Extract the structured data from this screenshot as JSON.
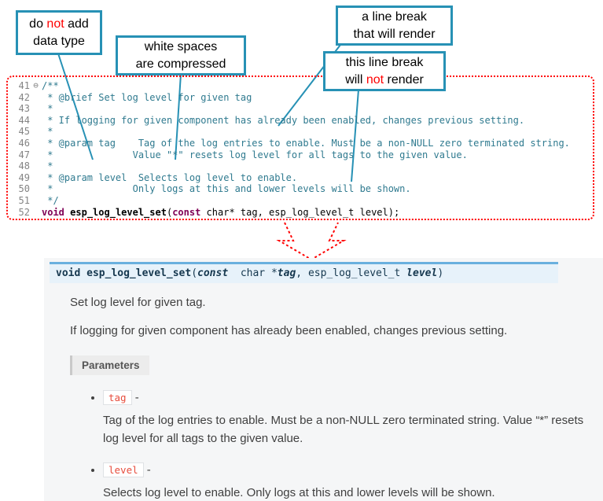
{
  "colors": {
    "callout_teal": "#2791b5",
    "annotation_red": "#ff0000",
    "code_comment_teal": "#2f7a8f",
    "code_keyword_purple": "#7f0055",
    "signature_bar_bg": "#e7f2fa",
    "signature_bar_border": "#6ab0de",
    "param_name_red": "#e74c3c",
    "doc_bg": "#f5f6f7"
  },
  "callouts": {
    "c1": {
      "t1": "do ",
      "em": "not",
      "t2": " add",
      "line2": "data type"
    },
    "c2": {
      "line1": "white spaces",
      "line2": "are compressed"
    },
    "c3": {
      "line1": "a line break",
      "line2": "that will render"
    },
    "c4": {
      "line1": "this line break",
      "t1": "will ",
      "em": "not",
      "t2": " render"
    }
  },
  "code": {
    "lines": [
      {
        "num": "41",
        "fold": "⊖",
        "text": "/**"
      },
      {
        "num": "42",
        "text": " * @brief Set log level for given tag"
      },
      {
        "num": "43",
        "text": " *"
      },
      {
        "num": "44",
        "text": " * If logging for given component has already been enabled, changes previous setting."
      },
      {
        "num": "45",
        "text": " *"
      },
      {
        "num": "46",
        "text": " * @param tag    Tag of the log entries to enable. Must be a non-NULL zero terminated string."
      },
      {
        "num": "47",
        "text": " *              Value \"*\" resets log level for all tags to the given value."
      },
      {
        "num": "48",
        "text": " *"
      },
      {
        "num": "49",
        "text": " * @param level  Selects log level to enable."
      },
      {
        "num": "50",
        "text": " *              Only logs at this and lower levels will be shown."
      },
      {
        "num": "51",
        "text": " */"
      }
    ],
    "decl": {
      "num": "52",
      "kw_return": "void",
      "sp": " ",
      "fn_name": "esp_log_level_set",
      "open_paren": "(",
      "kw_const": "const",
      "rest": " char* tag, esp_log_level_t level);"
    }
  },
  "doc": {
    "signature": {
      "ret": "void ",
      "name": "esp_log_level_set",
      "open": "(",
      "kw_const": "const",
      "type1": "  char *",
      "arg1": "tag",
      "sep": ", ",
      "type2": "esp_log_level_t ",
      "arg2": "level",
      "close": ")"
    },
    "p1": "Set log level for given tag.",
    "p2": "If logging for given component has already been enabled, changes previous setting.",
    "params_label": "Parameters",
    "params": [
      {
        "name": "tag",
        "dash": " -",
        "desc": "Tag of the log entries to enable. Must be a non-NULL zero terminated string. Value “*” resets log level for all tags to the given value."
      },
      {
        "name": "level",
        "dash": " -",
        "desc": "Selects log level to enable. Only logs at this and lower levels will be shown."
      }
    ]
  }
}
